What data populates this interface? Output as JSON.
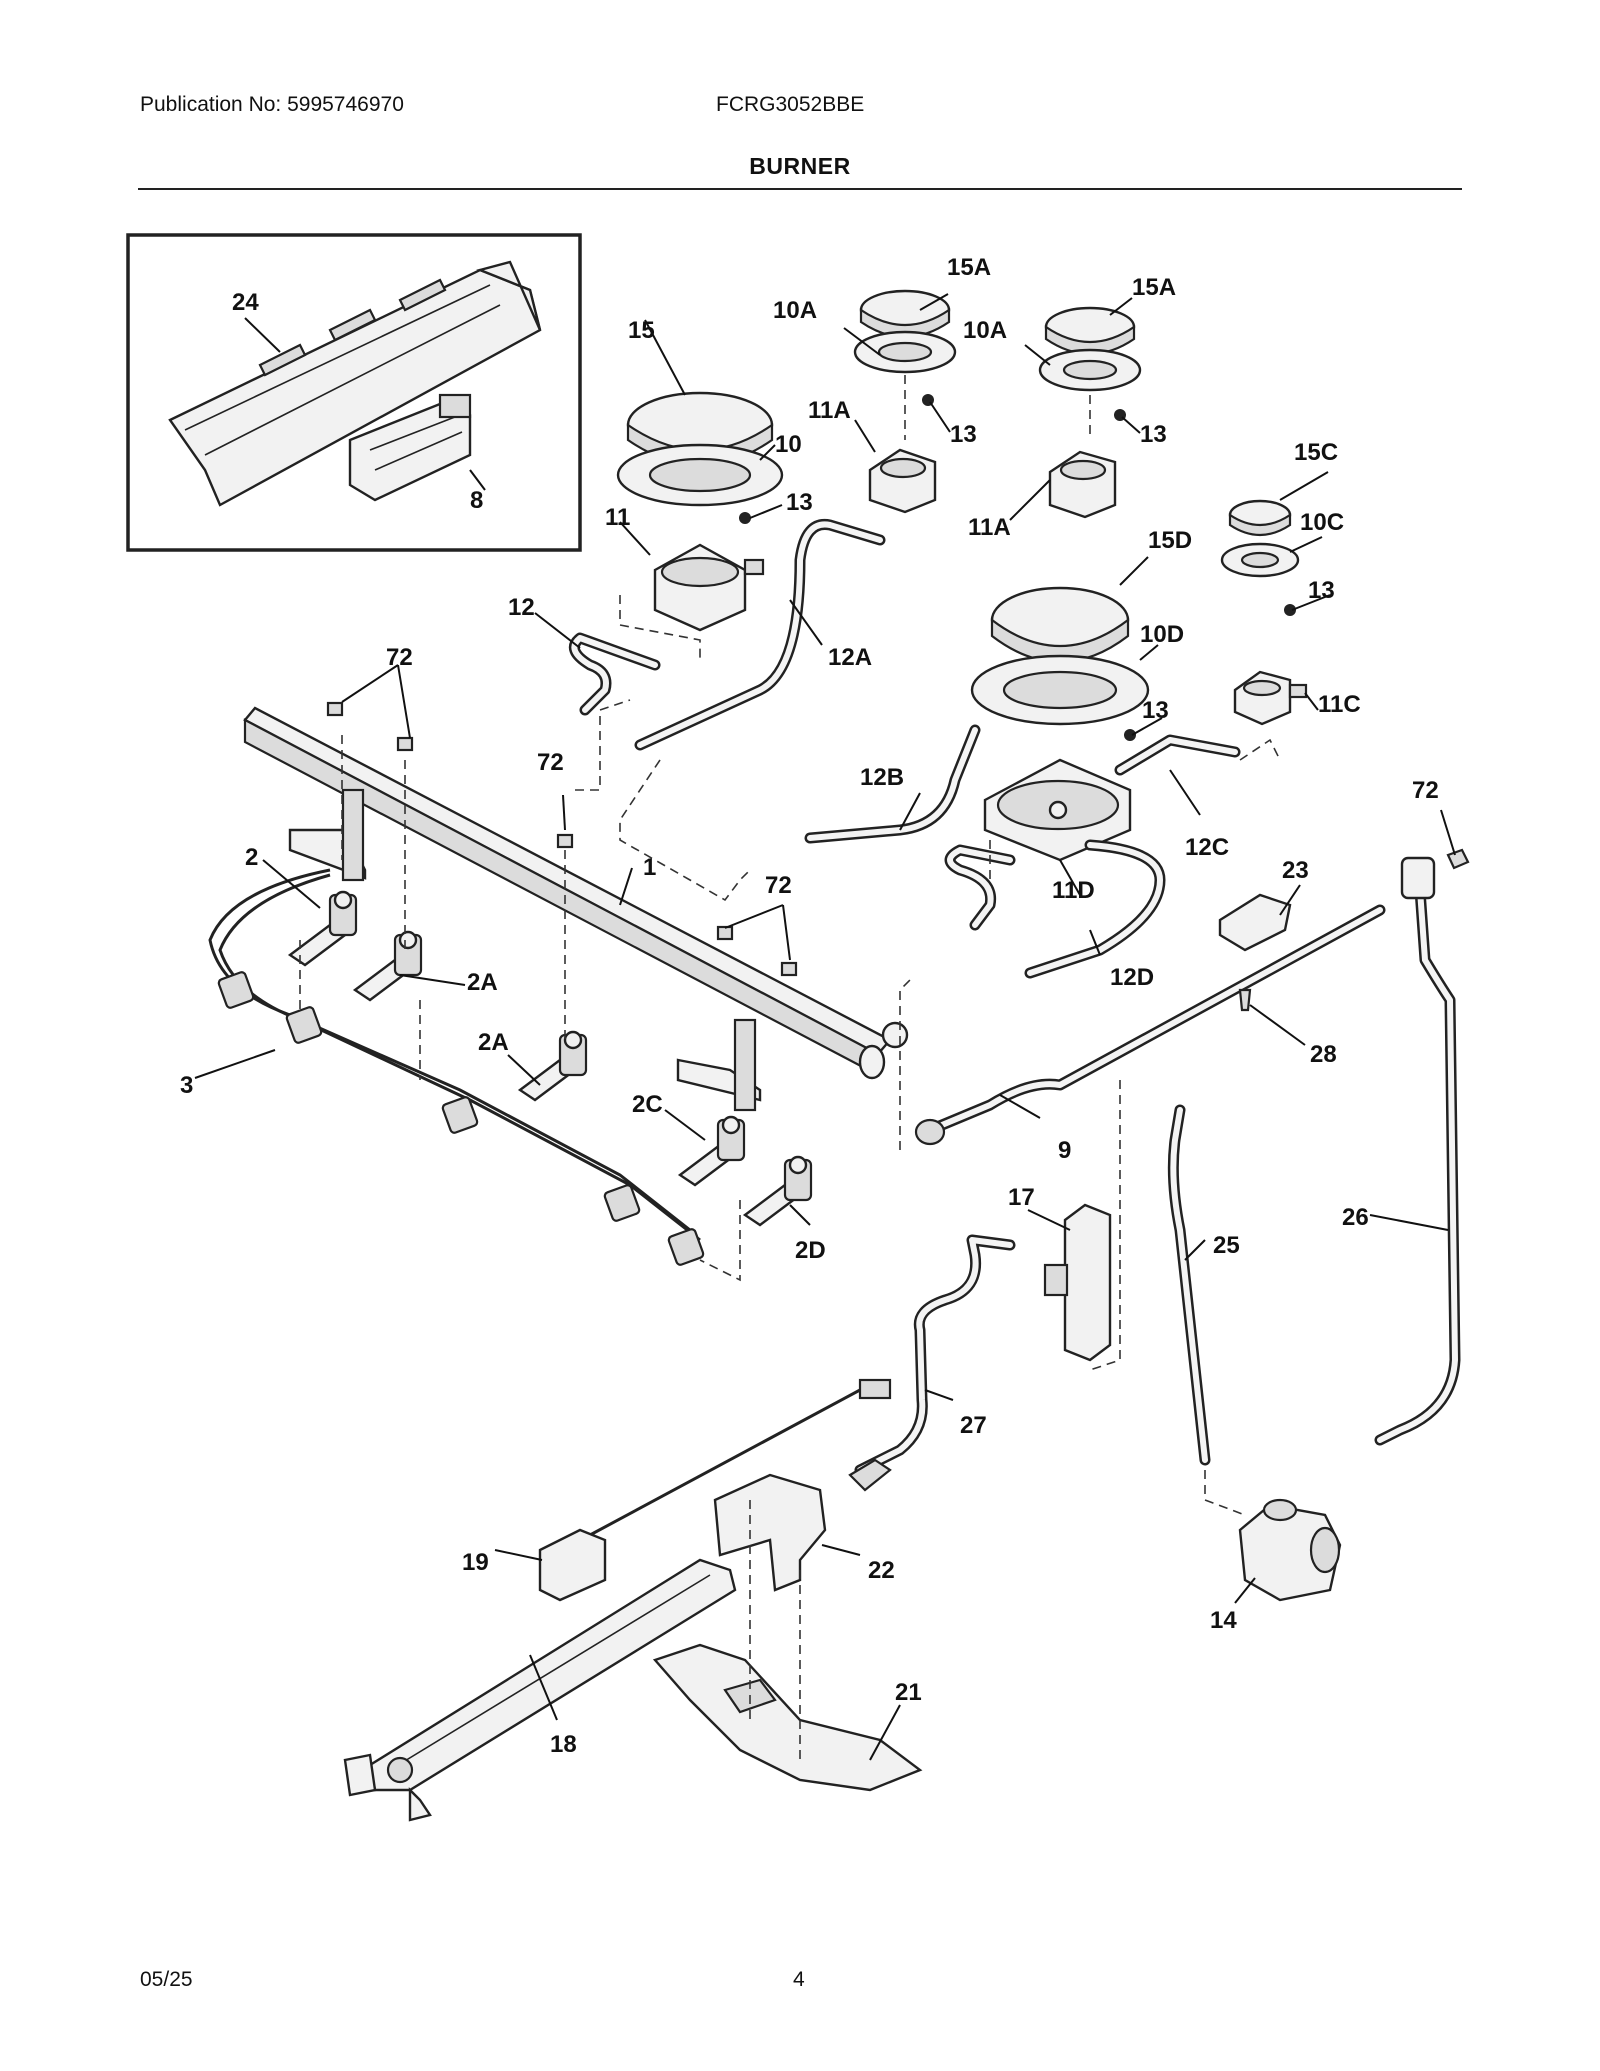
{
  "header": {
    "publication": "Publication No: 5995746970",
    "model": "FCRG3052BBE"
  },
  "title": "BURNER",
  "footer": {
    "date": "05/25",
    "page": "4"
  },
  "parts": {
    "p1": "1",
    "p2": "2",
    "p2A_a": "2A",
    "p2A_b": "2A",
    "p2C": "2C",
    "p2D": "2D",
    "p3": "3",
    "p8": "8",
    "p9": "9",
    "p10": "10",
    "p10A_a": "10A",
    "p10A_b": "10A",
    "p10C": "10C",
    "p10D": "10D",
    "p11": "11",
    "p11A_a": "11A",
    "p11A_b": "11A",
    "p11C": "11C",
    "p11D": "11D",
    "p12": "12",
    "p12A": "12A",
    "p12B": "12B",
    "p12C": "12C",
    "p12D": "12D",
    "p13_a": "13",
    "p13_b": "13",
    "p13_c": "13",
    "p13_d": "13",
    "p13_e": "13",
    "p14": "14",
    "p15": "15",
    "p15A_a": "15A",
    "p15A_b": "15A",
    "p15C": "15C",
    "p15D": "15D",
    "p17": "17",
    "p18": "18",
    "p19": "19",
    "p21": "21",
    "p22": "22",
    "p23": "23",
    "p24": "24",
    "p25": "25",
    "p26": "26",
    "p27": "27",
    "p28": "28",
    "p72_a": "72",
    "p72_b": "72",
    "p72_c": "72",
    "p72_d": "72"
  }
}
